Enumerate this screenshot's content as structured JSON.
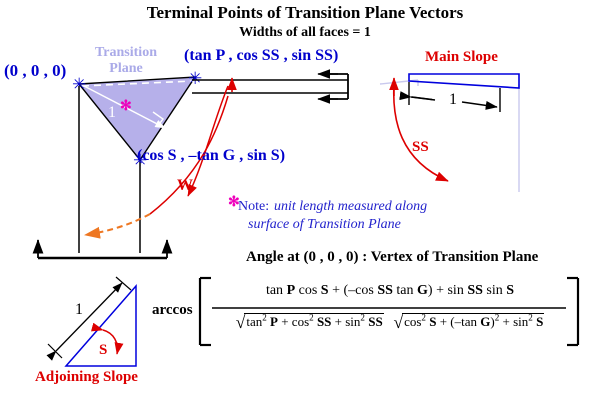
{
  "headings": {
    "title": "Terminal Points of Transition Plane Vectors",
    "subtitle": "Widths of all faces = 1"
  },
  "labels": {
    "origin": "(0 , 0 , 0)",
    "top_vertex": "(tan P , cos SS , sin SS)",
    "bottom_vertex": "(cos S , –tan G , sin S)",
    "transition_plane": "Transition Plane",
    "main_slope": "Main Slope",
    "adjoining_slope": "Adjoining Slope",
    "ss_angle": "SS",
    "s_angle": "S",
    "w_vector": "W",
    "unit_main": "1",
    "unit_adjoining": "1",
    "unit_transition": "1",
    "unit_star": "✻",
    "angle_at": "Angle at (0 , 0 , 0) : Vertex of Transition Plane"
  },
  "note": {
    "star": "✻",
    "word": "Note:",
    "line1": "unit length measured along",
    "line2": "surface of Transition Plane"
  },
  "formula": {
    "arccos": "arccos",
    "numerator": "tan P cos S + (–cos SS  tan G) + sin SS sin S",
    "denominator": "√(tan² P + cos² SS + sin² SS) √(cos² S + (–tan G)² + sin² S)",
    "num_terms": [
      "tan P cos S",
      "+",
      "(–cos SS  tan G)",
      "+",
      "sin SS sin S"
    ],
    "den_radical_1": "tan² P + cos² SS + sin² SS",
    "den_radical_2": "cos² S + (–tan G)² + sin² S"
  },
  "colors": {
    "blue_label": "#0000cc",
    "red_label": "#dd0000",
    "plane_fill": "#b6b0ea",
    "plane_label": "#aaaae8",
    "magenta_star": "#ee00bb",
    "note_blue": "#2222cc",
    "orange_arrow": "#ee7722",
    "light_guide": "#c9c9ee",
    "black": "#000000"
  }
}
